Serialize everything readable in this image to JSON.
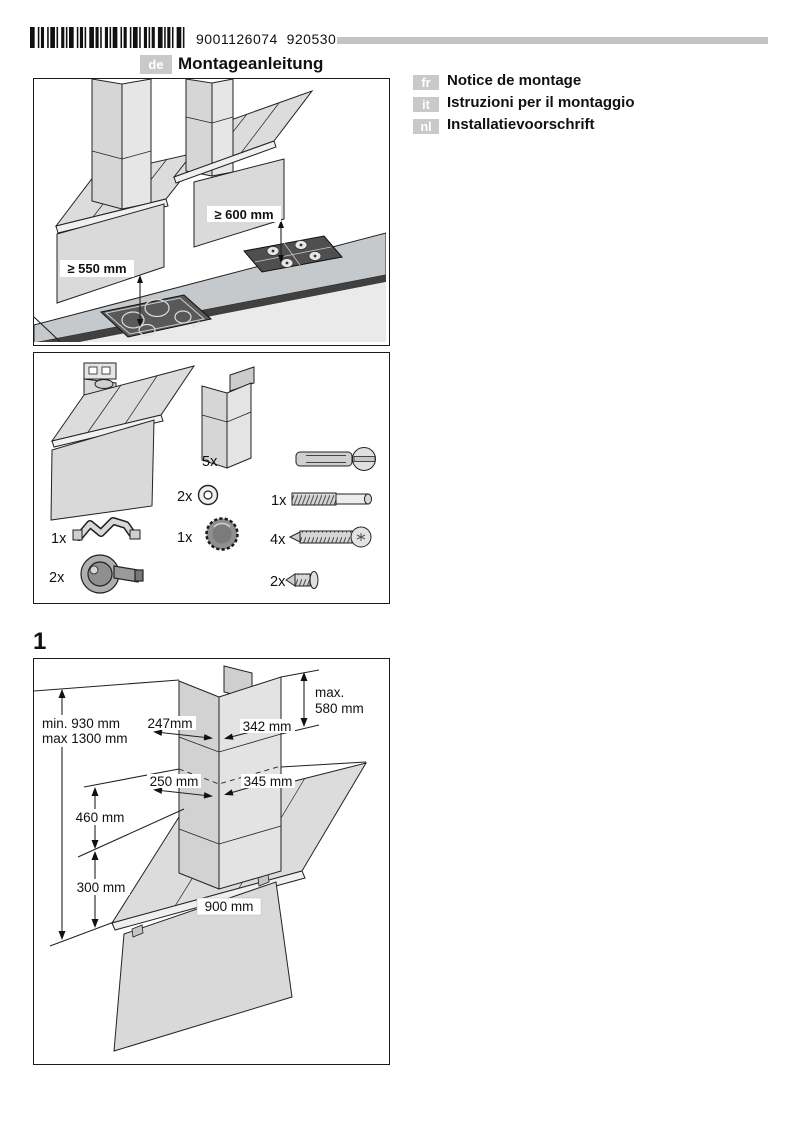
{
  "header": {
    "barcode_number": "9001126074  920530",
    "primary_language": {
      "code": "de",
      "title": "Montageanleitung"
    },
    "languages": [
      {
        "code": "fr",
        "title": "Notice de montage"
      },
      {
        "code": "it",
        "title": "Istruzioni per il montaggio"
      },
      {
        "code": "nl",
        "title": "Installatievoorschrift"
      }
    ]
  },
  "figure_clearance": {
    "left_label": "≥ 550 mm",
    "right_label": "≥ 600 mm"
  },
  "figure_parts": {
    "quantities": {
      "bracket": "1x",
      "wall_holder": "2x",
      "washer": "2x",
      "knob": "1x",
      "wall_anchor": "5x",
      "hanger_bolt": "1x",
      "screw": "4x",
      "small_screw": "2x"
    }
  },
  "step": {
    "number": "1"
  },
  "figure_dimensions": {
    "top_left": "247mm",
    "top_right": "342 mm",
    "right_max_line1": "max.",
    "right_max_line2": "580 mm",
    "height_min": "min. 930 mm",
    "height_max": "max 1300 mm",
    "mid_left": "250 mm",
    "mid_right": "345 mm",
    "upper_gap": "460 mm",
    "lower_gap": "300 mm",
    "hood_width": "900 mm"
  },
  "colors": {
    "accent_gray": "#c9c9c9",
    "line": "#1a1a1a",
    "panel_fill": "#d9d9d9"
  }
}
